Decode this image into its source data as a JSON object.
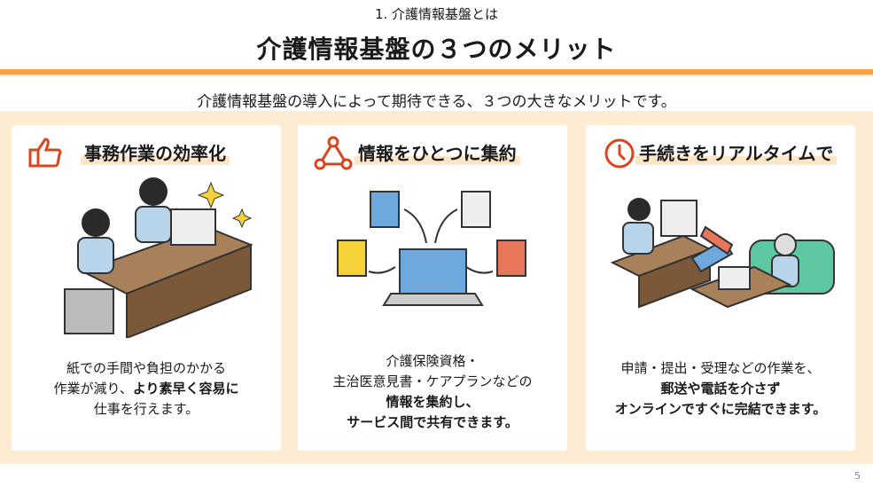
{
  "section": "1. 介護情報基盤とは",
  "title": "介護情報基盤の３つのメリット",
  "subtitle": "介護情報基盤の導入によって期待できる、３つの大きなメリットです。",
  "accent": "#f9a043",
  "icon_color": "#d9461b",
  "cards": [
    {
      "icon": "thumbs-up-icon",
      "heading": "事務作業の効率化",
      "lines": [
        {
          "t": "紙での手間や負担のかかる"
        },
        {
          "t": "作業が減り、",
          "b": "より素早く容易に"
        },
        {
          "t": "仕事を行えます。"
        }
      ]
    },
    {
      "icon": "network-icon",
      "heading": "情報をひとつに集約",
      "lines": [
        {
          "t": "介護保険資格・"
        },
        {
          "t": "主治医意見書・ケアプランなどの"
        },
        {
          "b": "情報を集約し、"
        },
        {
          "b": "サービス間で共有できます。"
        }
      ]
    },
    {
      "icon": "clock-icon",
      "heading": "手続きをリアルタイムで",
      "lines": [
        {
          "t": "申請・提出・受理などの作業を、"
        },
        {
          "b": "郵送や電話を介さず"
        },
        {
          "b": "オンラインですぐに完結できます。"
        }
      ]
    }
  ],
  "page_number": "5"
}
